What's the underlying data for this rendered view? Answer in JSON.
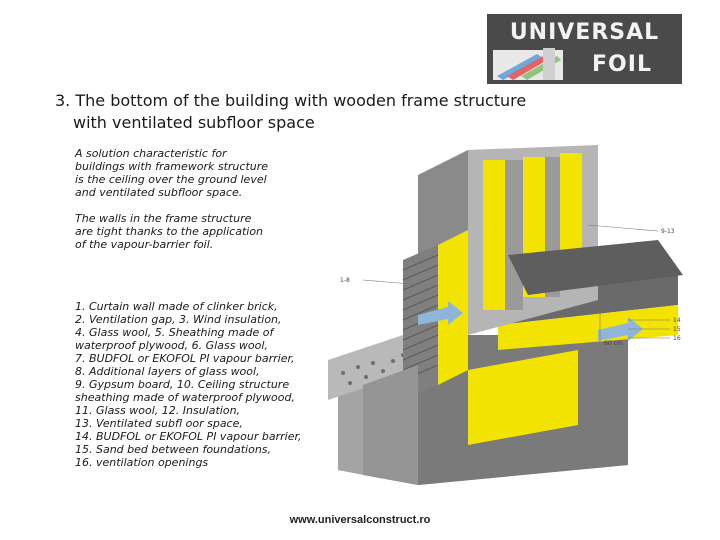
{
  "logo": {
    "line1": "UNIVERSAL",
    "line2": "FOIL"
  },
  "heading": {
    "line1": "3. The bottom of the building with wooden frame structure",
    "line2": "with ventilated subfloor space"
  },
  "description": {
    "lines_1": [
      "A solution characteristic for",
      "buildings with framework structure",
      "is the ceiling over the ground level",
      "and ventilated subfloor space."
    ],
    "lines_2": [
      "The walls in the frame structure",
      "are tight thanks to the application",
      "of the vapour-barrier foil."
    ]
  },
  "legend": [
    "1. Curtain wall made of clinker brick,",
    "2. Ventilation gap, 3. Wind insulation,",
    "4. Glass wool, 5. Sheathing made of",
    "waterproof plywood, 6. Glass wool,",
    "7. BUDFOL or EKOFOL PI vapour barrier,",
    "8. Additional layers of glass wool,",
    "9. Gypsum board, 10. Ceiling structure",
    "sheathing made of waterproof plywood,",
    "11. Glass wool, 12. Insulation,",
    "13. Ventilated subfl oor space,",
    "14. BUDFOL or EKOFOL PI vapour barrier,",
    "15. Sand bed between foundations,",
    "16. ventilation openings"
  ],
  "callouts": {
    "c1": "9-13",
    "c2": "1-8",
    "c3": "14",
    "c4": "15",
    "c5": "16",
    "dim": "60 cm"
  },
  "footer": "www.universalconstruct.ro",
  "colors": {
    "insulation": "#f2e400",
    "concrete": "#9a9a9a",
    "logo_bg": "#4a4a4a"
  }
}
